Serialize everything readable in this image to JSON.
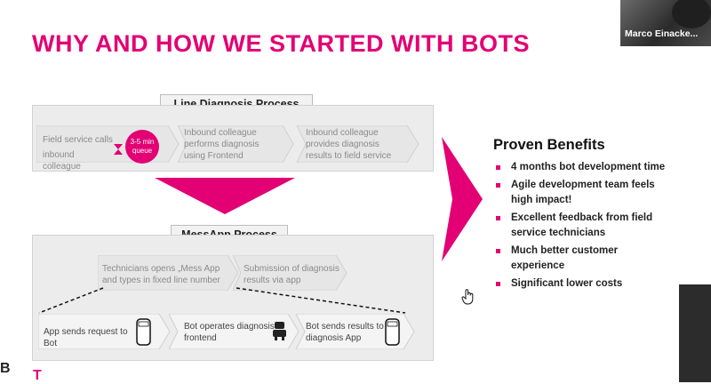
{
  "title": "WHY AND HOW WE STARTED WITH BOTS",
  "old_process": {
    "label": "Line Diagnosis Process (old)",
    "steps": [
      {
        "line1": "Field service calls",
        "line2": "inbound colleague"
      },
      {
        "line1": "Inbound colleague",
        "line2": "performs diagnosis",
        "line3": "using Frontend"
      },
      {
        "line1": "Inbound colleague",
        "line2": "provides diagnosis",
        "line3": "results to field service"
      }
    ],
    "queue_line1": "3-5 min",
    "queue_line2": "queue"
  },
  "new_process": {
    "label": "MessApp Process (new)",
    "steps": [
      {
        "line1": "Technicians opens „Mess App",
        "line2": "and types in fixed line number"
      },
      {
        "line1": "Submission of diagnosis",
        "line2": "results via app"
      }
    ],
    "bot_steps": [
      {
        "line1": "App sends request to Bot"
      },
      {
        "line1": "Bot operates diagnosis",
        "line2": "frontend"
      },
      {
        "line1": "Bot sends results to",
        "line2": "diagnosis App"
      }
    ]
  },
  "benefits": {
    "title": "Proven Benefits",
    "items": [
      {
        "line1": "4 months bot development time"
      },
      {
        "line1": "Agile development team feels",
        "line2": "high impact!"
      },
      {
        "line1": "Excellent feedback from field",
        "line2": "service technicians"
      },
      {
        "line1": "Much better customer",
        "line2": "experience"
      },
      {
        "line1": "Significant lower costs"
      }
    ]
  },
  "video": {
    "name": "Marco Einacke..."
  },
  "footer": {
    "logo": "T",
    "left_char": "B"
  },
  "colors": {
    "accent": "#e20074",
    "box": "#ececec",
    "text": "#222222"
  },
  "icons": [
    "hourglass-icon",
    "server-icon",
    "robot-icon",
    "hand-cursor-icon"
  ]
}
